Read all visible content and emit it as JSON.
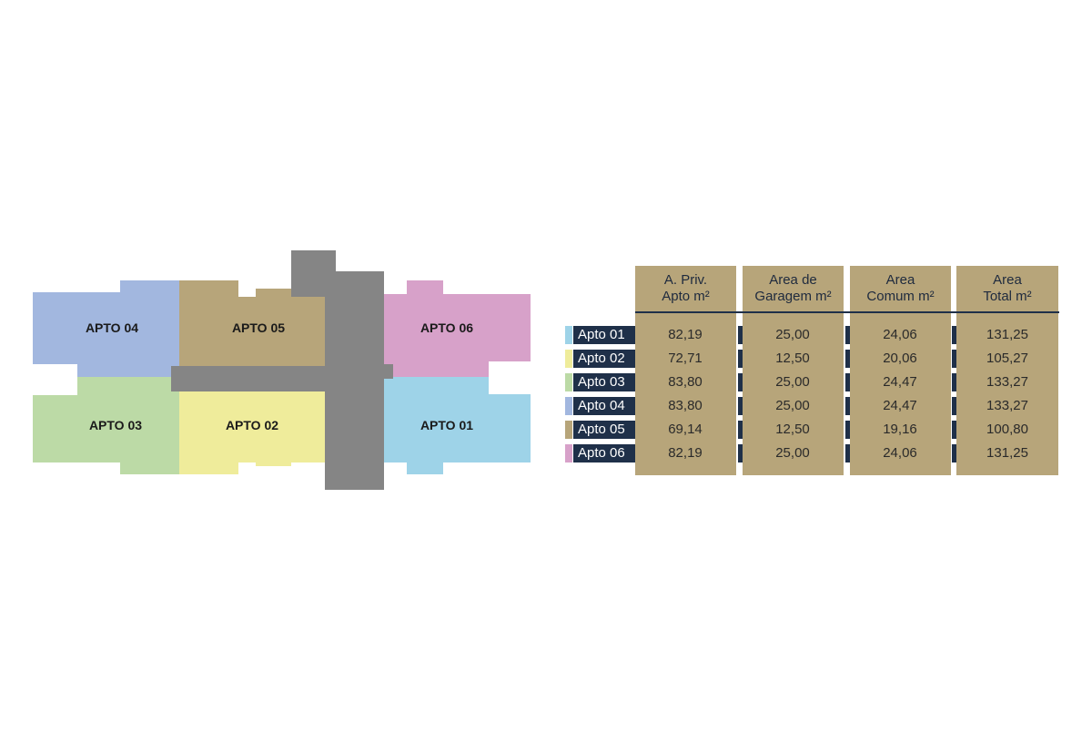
{
  "plan": {
    "core_color": "#858585",
    "units": [
      {
        "label": "APTO 04",
        "color": "#a2b7df"
      },
      {
        "label": "APTO 05",
        "color": "#b7a57a"
      },
      {
        "label": "APTO 06",
        "color": "#d7a1c9"
      },
      {
        "label": "APTO 03",
        "color": "#bcdaa6"
      },
      {
        "label": "APTO 02",
        "color": "#efec9b"
      },
      {
        "label": "APTO 01",
        "color": "#9ed3e8"
      }
    ]
  },
  "table": {
    "headers": [
      {
        "line1": "A. Priv.",
        "line2": "Apto m²"
      },
      {
        "line1": "Area de",
        "line2": "Garagem m²"
      },
      {
        "line1": "Area",
        "line2": "Comum m²"
      },
      {
        "line1": "Area",
        "line2": "Total m²"
      }
    ],
    "rows": [
      {
        "label": "Apto 01",
        "color": "#9ed3e8",
        "values": [
          "82,19",
          "25,00",
          "24,06",
          "131,25"
        ]
      },
      {
        "label": "Apto 02",
        "color": "#efec9b",
        "values": [
          "72,71",
          "12,50",
          "20,06",
          "105,27"
        ]
      },
      {
        "label": "Apto 03",
        "color": "#bcdaa6",
        "values": [
          "83,80",
          "25,00",
          "24,47",
          "133,27"
        ]
      },
      {
        "label": "Apto 04",
        "color": "#a2b7df",
        "values": [
          "83,80",
          "25,00",
          "24,47",
          "133,27"
        ]
      },
      {
        "label": "Apto 05",
        "color": "#b7a57a",
        "values": [
          "69,14",
          "12,50",
          "19,16",
          "100,80"
        ]
      },
      {
        "label": "Apto 06",
        "color": "#d7a1c9",
        "values": [
          "82,19",
          "25,00",
          "24,06",
          "131,25"
        ]
      }
    ],
    "header_color": "#b7a57a",
    "label_color": "#1f3049"
  }
}
